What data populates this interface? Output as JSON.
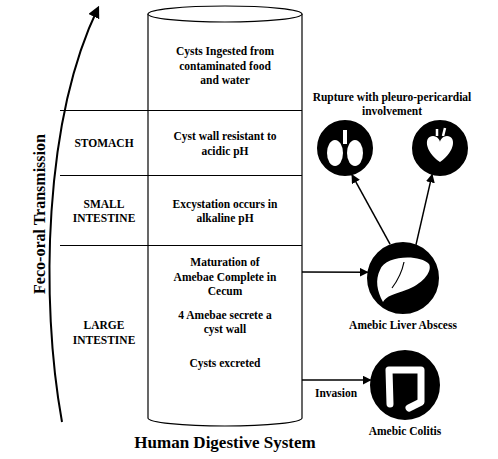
{
  "diagram": {
    "title": "Human Digestive System",
    "nodes": [
      {
        "text": [
          "Cysts Ingested from contaminated food and water"
        ]
      },
      {
        "text": [
          "STOMACH",
          "Cyst wall resistant to acidic pH"
        ]
      },
      {
        "text": [
          "SMALL INTESTINE",
          "Excystation occurs in alkaline pH"
        ]
      },
      {
        "text": [
          "LARGE INTESTINE",
          "Maturation of Amebae Complete in Cecum",
          "4 Amebae secrete a cyst wall",
          "Cysts excreted"
        ]
      },
      {
        "text": []
      },
      {
        "text": []
      },
      {
        "text": [
          "Amebic Liver Abscess"
        ]
      },
      {
        "text": [
          "Amebic Colitis"
        ]
      }
    ],
    "edges": [
      {
        "from": 3,
        "to": 6,
        "arrow": "to"
      },
      {
        "from": 6,
        "to": 4,
        "arrow": "to"
      },
      {
        "from": 6,
        "to": 5,
        "arrow": "to"
      },
      {
        "from": 3,
        "to": 7,
        "label": "Invasion",
        "arrow": "to"
      }
    ],
    "labels": [
      "Feco-oral Transmission",
      "Rupture with pleuro-pericardial involvement"
    ]
  }
}
